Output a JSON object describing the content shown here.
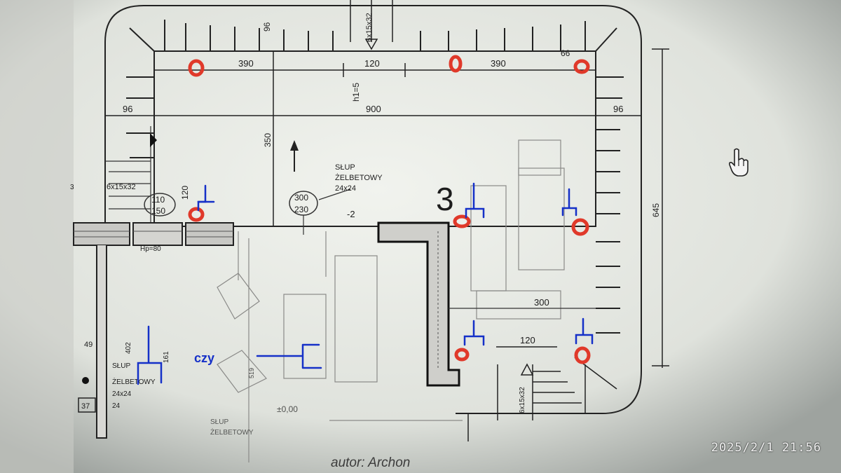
{
  "drawing": {
    "dimensions": {
      "top_left_span": "390",
      "top_mid_span": "120",
      "top_right_span": "390",
      "total_width": "900",
      "left_margin": "96",
      "right_margin": "96",
      "top_depth": "96",
      "corner_depth": "66",
      "height_350": "350",
      "height_645": "645",
      "beam_level": "h1=5",
      "inner_width_300": "300",
      "inner_span_120": "120",
      "left_riser": "120",
      "mark_402": "402",
      "mark_161": "161",
      "mark_49": "49",
      "mark_37": "37",
      "mark_519": "519",
      "mark_24": "24"
    },
    "stairs_top": "6x15x32",
    "stairs_left": "6x15x32",
    "stairs_bottom": "6x15x32",
    "column_label": "SŁUP\nŻELBETOWY\n24x24",
    "column_label_2": "SŁUP\nŻELBETOWY\n24x24",
    "column_label_3": "SŁUP\nŻELBETOWY",
    "opening_1": "300\n230",
    "opening_2": "110\n150",
    "level_mark": "-2",
    "hp_mark": "Hp=80",
    "zero_level": "±0,00",
    "room_number": "3"
  },
  "annotation": {
    "question": "czy",
    "color": "#1530c8",
    "marker_color": "#e0392a"
  },
  "footer": {
    "author": "autor: Archon"
  },
  "photo": {
    "timestamp": "2025/2/1  21:56"
  }
}
